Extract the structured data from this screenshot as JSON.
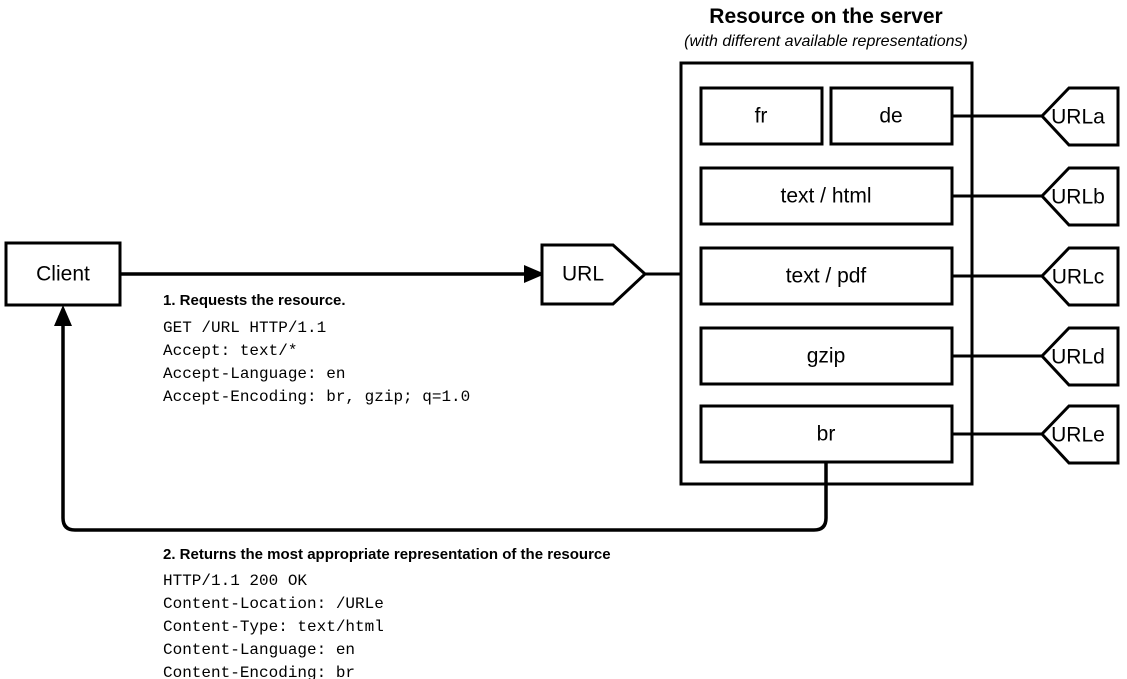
{
  "diagram": {
    "title": "Resource on the server",
    "subtitle": "(with different available representations)",
    "client": {
      "label": "Client"
    },
    "url_node": {
      "label": "URL"
    },
    "representations": [
      {
        "label": "fr"
      },
      {
        "label": "de"
      },
      {
        "label": "text / html"
      },
      {
        "label": "text / pdf"
      },
      {
        "label": "gzip"
      },
      {
        "label": "br"
      }
    ],
    "url_tags": [
      {
        "label": "URLa"
      },
      {
        "label": "URLb"
      },
      {
        "label": "URLc"
      },
      {
        "label": "URLd"
      },
      {
        "label": "URLe"
      }
    ],
    "request": {
      "heading": "1. Requests the resource.",
      "lines": [
        "GET /URL HTTP/1.1",
        "Accept: text/*",
        "Accept-Language: en",
        "Accept-Encoding: br, gzip; q=1.0"
      ]
    },
    "response": {
      "heading": "2. Returns the most appropriate representation of the resource",
      "lines": [
        "HTTP/1.1 200 OK",
        "Content-Location: /URLe",
        "Content-Type: text/html",
        "Content-Language: en",
        "Content-Encoding: br"
      ]
    },
    "colors": {
      "stroke": "#000000",
      "fill": "#ffffff",
      "text": "#000000"
    }
  }
}
